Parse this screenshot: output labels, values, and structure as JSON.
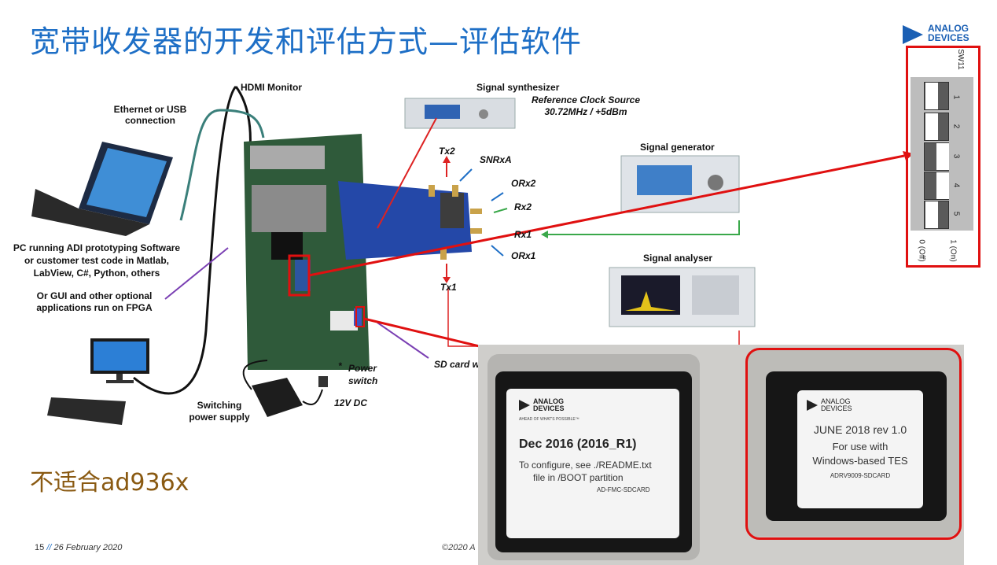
{
  "slide": {
    "title": "宽带收发器的开发和评估方式—评估软件",
    "bottom_note": "不适合ad936x",
    "footer_page": "15",
    "footer_sep": "//",
    "footer_date": "26 February 2020",
    "footer_copy": "©2020 A"
  },
  "logo": {
    "line1": "ANALOG",
    "line2": "DEVICES",
    "accent_color": "#1a5fb4"
  },
  "diagram": {
    "hdmi_monitor": "HDMI  Monitor",
    "ethernet_usb_1": "Ethernet or USB",
    "ethernet_usb_2": "connection",
    "pc_1": "PC running ADI prototyping Software",
    "pc_2": "or customer test code in Matlab,",
    "pc_3": "LabView, C#, Python, others",
    "gui_1": "Or GUI and other optional",
    "gui_2": "applications run on FPGA",
    "switching_1": "Switching",
    "switching_2": "power supply",
    "power_switch_1": "Power",
    "power_switch_2": "switch",
    "power_switch_mark": "*",
    "dc": "12V DC",
    "signal_synth": "Signal synthesizer",
    "ref_clock_1": "Reference Clock Source",
    "ref_clock_2": "30.72MHz / +5dBm",
    "signal_generator": "Signal generator",
    "signal_analyser": "Signal analyser",
    "tx2": "Tx2",
    "snrxa": "SNRxA",
    "orx2": "ORx2",
    "rx2": "Rx2",
    "rx1": "Rx1",
    "orx1": "ORx1",
    "tx1": "Tx1",
    "sd_card": "SD card w"
  },
  "dip_switch": {
    "name": "SW11",
    "positions": [
      "1",
      "2",
      "3",
      "4",
      "5"
    ],
    "off_label": "0 (Off)",
    "on_label": "1 (On)"
  },
  "sd_card_left": {
    "logo_1": "ANALOG",
    "logo_2": "DEVICES",
    "tagline": "AHEAD OF WHAT'S POSSIBLE™",
    "line1": "Dec 2016 (2016_R1)",
    "line2": "To configure, see ./README.txt",
    "line3": "file in /BOOT partition",
    "line4": "AD-FMC-SDCARD"
  },
  "sd_card_right": {
    "logo_1": "ANALOG",
    "logo_2": "DEVICES",
    "line1": "JUNE 2018 rev 1.0",
    "line2": "For use with",
    "line3": "Windows-based TES",
    "line4": "ADRV9009-SDCARD"
  },
  "colors": {
    "title": "#1e6fc6",
    "highlight_red": "#e01010",
    "note_brown": "#8a5a12",
    "arrow_green": "#3aa84a",
    "arrow_purple": "#7a3fb3"
  }
}
